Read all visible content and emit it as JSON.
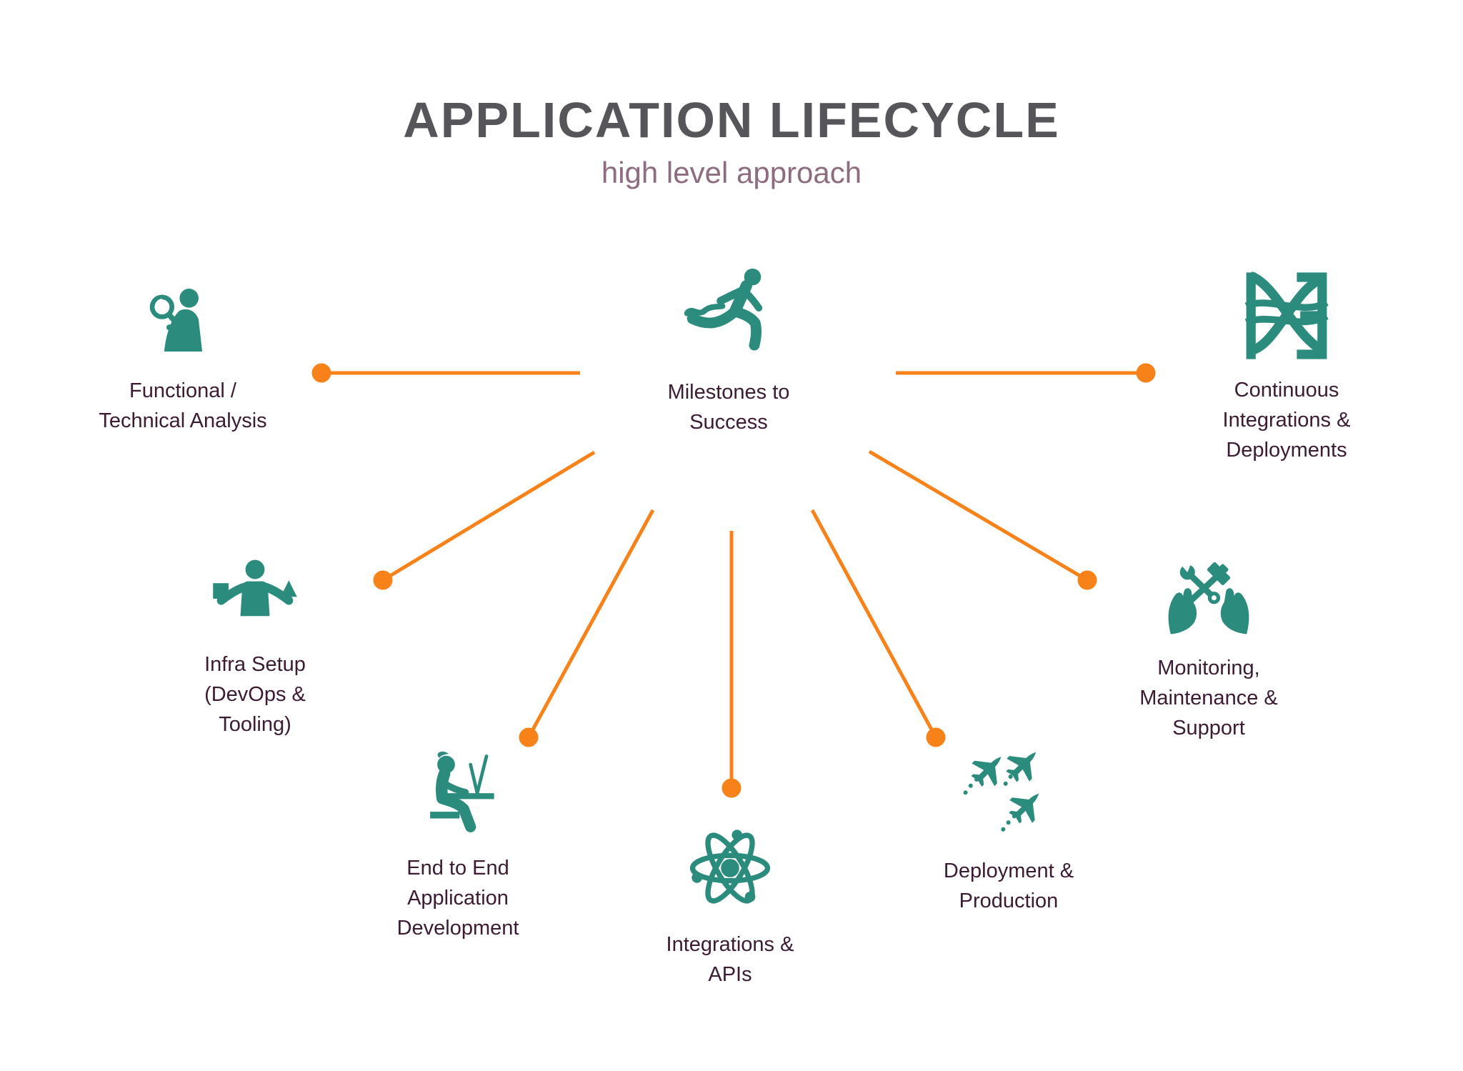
{
  "title": "APPLICATION LIFECYCLE",
  "subtitle": "high level approach",
  "colors": {
    "icon_teal": "#2B8C7E",
    "connector_orange": "#F8821A",
    "title_gray": "#56555A",
    "subtitle_mauve": "#8E6C80",
    "label_plum": "#3B1C33",
    "background": "#FFFFFF"
  },
  "center": {
    "icon": "runner-finish-line-icon",
    "lines": [
      "Milestones to",
      "Success"
    ]
  },
  "nodes": [
    {
      "id": "functional-technical-analysis",
      "icon": "magnifier-person-icon",
      "lines": [
        "Functional /",
        "Technical Analysis"
      ]
    },
    {
      "id": "continuous-integrations-deployments",
      "icon": "pipeline-weave-icon",
      "lines": [
        "Continuous",
        "Integrations &",
        "Deployments"
      ]
    },
    {
      "id": "infra-setup-devops-tooling",
      "icon": "balance-person-icon",
      "lines": [
        "Infra Setup",
        "(DevOps &",
        "Tooling)"
      ]
    },
    {
      "id": "monitoring-maintenance-support",
      "icon": "hands-tools-icon",
      "lines": [
        "Monitoring,",
        "Maintenance &",
        "Support"
      ]
    },
    {
      "id": "end-to-end-application-development",
      "icon": "developer-desk-icon",
      "lines": [
        "End to End",
        "Application",
        "Development"
      ]
    },
    {
      "id": "integrations-apis",
      "icon": "atom-icon",
      "lines": [
        "Integrations &",
        "APIs"
      ]
    },
    {
      "id": "deployment-production",
      "icon": "planes-icon",
      "lines": [
        "Deployment &",
        "Production"
      ]
    }
  ]
}
